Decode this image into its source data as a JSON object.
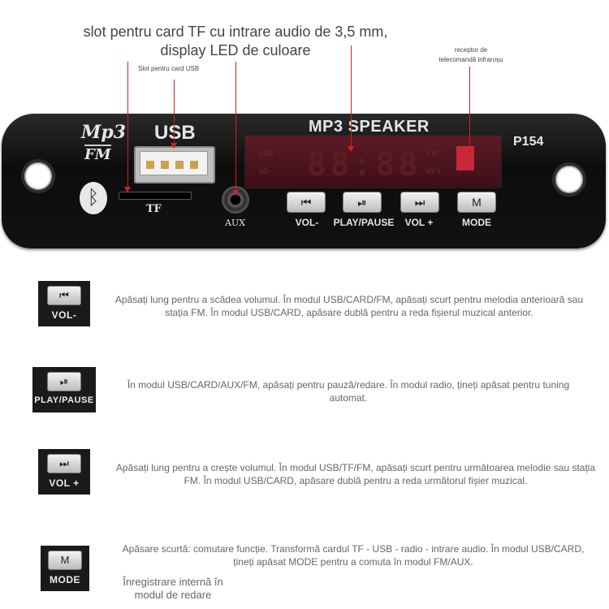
{
  "callouts": {
    "title_line1": "slot pentru card TF cu intrare audio de 3,5 mm,",
    "title_line2": "display LED de culoare",
    "usb_slot": "Slot pentru card USB",
    "ir_line1": "receptor de",
    "ir_line2": "telecomandă infraroșu"
  },
  "board": {
    "logo_mp3": "Mp3",
    "logo_fm": "FM",
    "usb_label": "USB",
    "tf_label": "TF",
    "aux_label": "AUX",
    "title": "MP3 SPEAKER",
    "model": "P154",
    "display_digits": "88:88",
    "display_usb": "USB",
    "display_sd": "SD",
    "display_fm": "FM",
    "display_mp3": "MP3",
    "buttons": [
      {
        "icon": "⏮",
        "label": "VOL-"
      },
      {
        "icon": "⏯",
        "label": "PLAY/PAUSE"
      },
      {
        "icon": "⏭",
        "label": "VOL +"
      },
      {
        "icon": "M",
        "label": "MODE"
      }
    ],
    "colors": {
      "board": "#111111",
      "display": "#4a1420",
      "accent_line": "#d02020"
    }
  },
  "rows": [
    {
      "icon": "⏮",
      "label": "VOL-",
      "text": "Apăsați lung pentru a scădea volumul. În modul USB/CARD/FM, apăsați scurt pentru melodia anterioară sau stația FM. În modul USB/CARD, apăsare dublă pentru a reda fișierul muzical anterior."
    },
    {
      "icon": "⏯",
      "label": "PLAY/PAUSE",
      "text": "În modul USB/CARD/AUX/FM, apăsați pentru pauză/redare. În modul radio, țineți apăsat pentru tuning automat."
    },
    {
      "icon": "⏭",
      "label": "VOL +",
      "text": "Apăsați lung pentru a crește volumul. În modul USB/TF/FM, apăsați scurt pentru următoarea melodie sau stația FM. În modul USB/CARD, apăsare dublă pentru a reda următorul fișier muzical."
    },
    {
      "icon": "M",
      "label": "MODE",
      "text": "Apăsare scurtă: comutare funcție. Transformă cardul TF - USB - radio - intrare audio. În modul USB/CARD, țineți apăsat MODE pentru a comuta în modul FM/AUX.",
      "note": "Înregistrare internă în modul de redare"
    }
  ]
}
